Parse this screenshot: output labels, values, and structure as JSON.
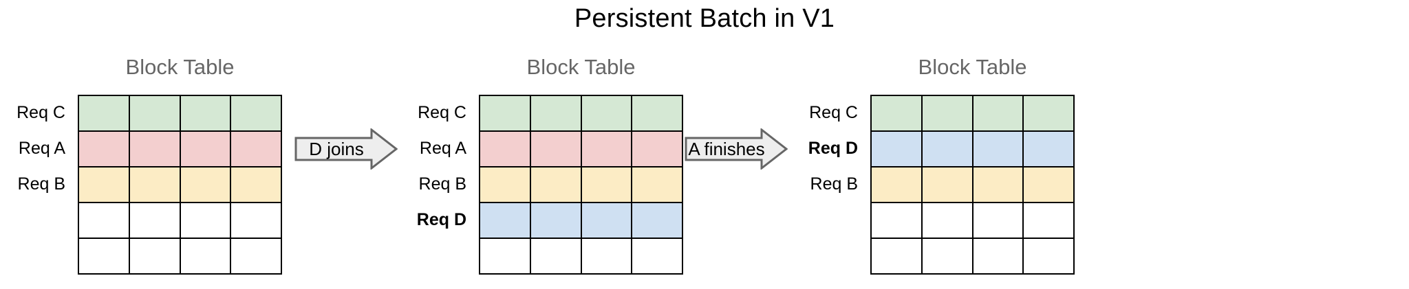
{
  "title": "Persistent Batch in V1",
  "colors": {
    "green": "#d5e8d4",
    "pink": "#f3cfcf",
    "yellow": "#fcecc5",
    "blue": "#cfe0f2",
    "empty": "#ffffff",
    "border": "#000000",
    "panel_title": "#666666",
    "arrow_fill": "#eeeeee",
    "arrow_stroke": "#666666"
  },
  "grid": {
    "columns": 4,
    "rows": 5
  },
  "panels": [
    {
      "id": "panel-1",
      "title": "Block Table",
      "rows": [
        {
          "label": "Req C",
          "color_key": "green",
          "bold": false,
          "filled": true
        },
        {
          "label": "Req A",
          "color_key": "pink",
          "bold": false,
          "filled": true
        },
        {
          "label": "Req B",
          "color_key": "yellow",
          "bold": false,
          "filled": true
        },
        {
          "label": "",
          "color_key": "empty",
          "bold": false,
          "filled": false
        },
        {
          "label": "",
          "color_key": "empty",
          "bold": false,
          "filled": false
        }
      ]
    },
    {
      "id": "panel-2",
      "title": "Block Table",
      "rows": [
        {
          "label": "Req C",
          "color_key": "green",
          "bold": false,
          "filled": true
        },
        {
          "label": "Req A",
          "color_key": "pink",
          "bold": false,
          "filled": true
        },
        {
          "label": "Req B",
          "color_key": "yellow",
          "bold": false,
          "filled": true
        },
        {
          "label": "Req D",
          "color_key": "blue",
          "bold": true,
          "filled": true
        },
        {
          "label": "",
          "color_key": "empty",
          "bold": false,
          "filled": false
        }
      ]
    },
    {
      "id": "panel-3",
      "title": "Block Table",
      "rows": [
        {
          "label": "Req C",
          "color_key": "green",
          "bold": false,
          "filled": true
        },
        {
          "label": "Req D",
          "color_key": "blue",
          "bold": true,
          "filled": true
        },
        {
          "label": "Req B",
          "color_key": "yellow",
          "bold": false,
          "filled": true
        },
        {
          "label": "",
          "color_key": "empty",
          "bold": false,
          "filled": false
        },
        {
          "label": "",
          "color_key": "empty",
          "bold": false,
          "filled": false
        }
      ]
    }
  ],
  "arrows": [
    {
      "id": "arrow-1",
      "label": "D joins"
    },
    {
      "id": "arrow-2",
      "label": "A finishes"
    }
  ]
}
